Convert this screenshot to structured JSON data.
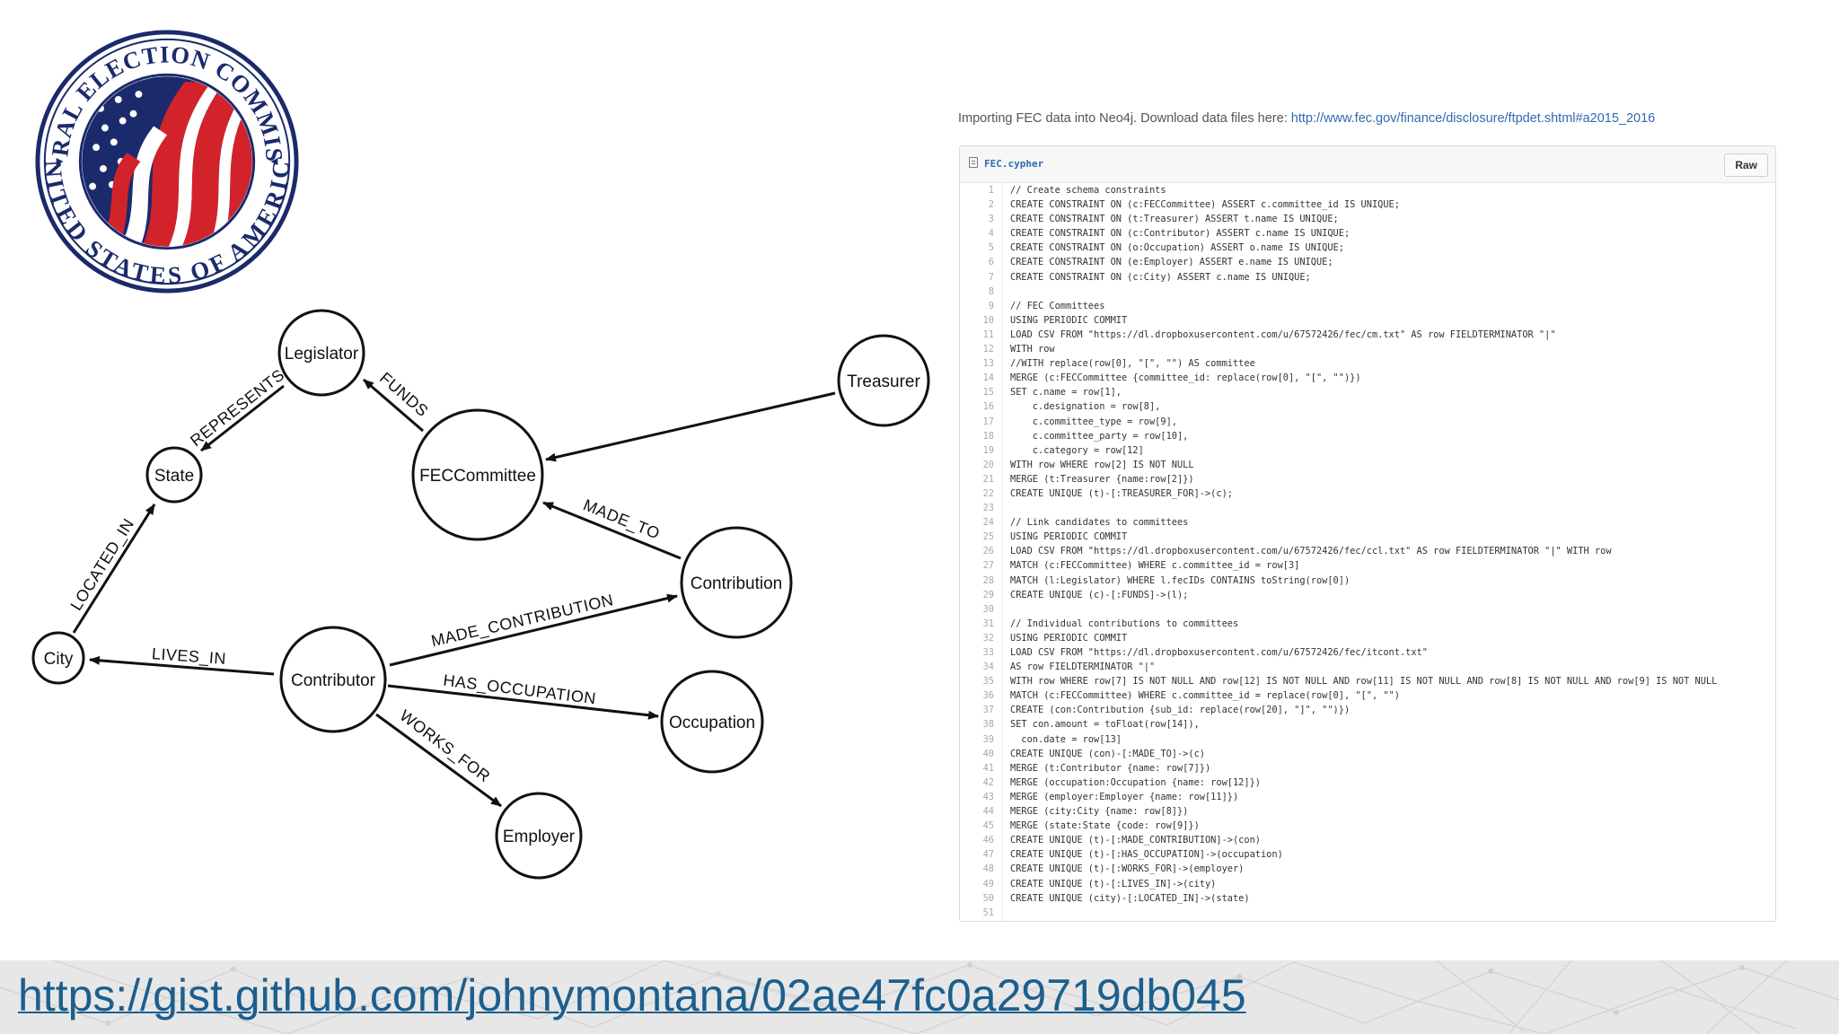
{
  "seal": {
    "top_text": "FEDERAL ELECTION COMMISSION",
    "bottom_text": "UNITED STATES OF AMERICA"
  },
  "diagram": {
    "nodes": {
      "legislator": "Legislator",
      "state": "State",
      "treasurer": "Treasurer",
      "fec_committee": "FECCommittee",
      "contribution": "Contribution",
      "city": "City",
      "contributor": "Contributor",
      "occupation": "Occupation",
      "employer": "Employer"
    },
    "edges": {
      "represents": "REPRESENTS",
      "funds": "FUNDS",
      "located_in": "LOCATED_IN",
      "made_to": "MADE_TO",
      "lives_in": "LIVES_IN",
      "made_contribution": "MADE_CONTRIBUTION",
      "has_occupation": "HAS_OCCUPATION",
      "works_for": "WORKS_FOR"
    }
  },
  "intro": {
    "text": "Importing FEC data into Neo4j. Download data files here: ",
    "link": "http://www.fec.gov/finance/disclosure/ftpdet.shtml#a2015_2016"
  },
  "gist": {
    "file_name": "FEC.cypher",
    "raw_label": "Raw",
    "lines": [
      "// Create schema constraints",
      "CREATE CONSTRAINT ON (c:FECCommittee) ASSERT c.committee_id IS UNIQUE;",
      "CREATE CONSTRAINT ON (t:Treasurer) ASSERT t.name IS UNIQUE;",
      "CREATE CONSTRAINT ON (c:Contributor) ASSERT c.name IS UNIQUE;",
      "CREATE CONSTRAINT ON (o:Occupation) ASSERT o.name IS UNIQUE;",
      "CREATE CONSTRAINT ON (e:Employer) ASSERT e.name IS UNIQUE;",
      "CREATE CONSTRAINT ON (c:City) ASSERT c.name IS UNIQUE;",
      "",
      "// FEC Committees",
      "USING PERIODIC COMMIT",
      "LOAD CSV FROM \"https://dl.dropboxusercontent.com/u/67572426/fec/cm.txt\" AS row FIELDTERMINATOR \"|\"",
      "WITH row",
      "//WITH replace(row[0], \"[\", \"\") AS committee",
      "MERGE (c:FECCommittee {committee_id: replace(row[0], \"[\", \"\")})",
      "SET c.name = row[1],",
      "    c.designation = row[8],",
      "    c.committee_type = row[9],",
      "    c.committee_party = row[10],",
      "    c.category = row[12]",
      "WITH row WHERE row[2] IS NOT NULL",
      "MERGE (t:Treasurer {name:row[2]})",
      "CREATE UNIQUE (t)-[:TREASURER_FOR]->(c);",
      "",
      "// Link candidates to committees",
      "USING PERIODIC COMMIT",
      "LOAD CSV FROM \"https://dl.dropboxusercontent.com/u/67572426/fec/ccl.txt\" AS row FIELDTERMINATOR \"|\" WITH row",
      "MATCH (c:FECCommittee) WHERE c.committee_id = row[3]",
      "MATCH (l:Legislator) WHERE l.fecIDs CONTAINS toString(row[0])",
      "CREATE UNIQUE (c)-[:FUNDS]->(l);",
      "",
      "// Individual contributions to committees",
      "USING PERIODIC COMMIT",
      "LOAD CSV FROM \"https://dl.dropboxusercontent.com/u/67572426/fec/itcont.txt\"",
      "AS row FIELDTERMINATOR \"|\"",
      "WITH row WHERE row[7] IS NOT NULL AND row[12] IS NOT NULL AND row[11] IS NOT NULL AND row[8] IS NOT NULL AND row[9] IS NOT NULL",
      "MATCH (c:FECCommittee) WHERE c.committee_id = replace(row[0], \"[\", \"\")",
      "CREATE (con:Contribution {sub_id: replace(row[20], \"]\", \"\")})",
      "SET con.amount = toFloat(row[14]),",
      "  con.date = row[13]",
      "CREATE UNIQUE (con)-[:MADE_TO]->(c)",
      "MERGE (t:Contributor {name: row[7]})",
      "MERGE (occupation:Occupation {name: row[12]})",
      "MERGE (employer:Employer {name: row[11]})",
      "MERGE (city:City {name: row[8]})",
      "MERGE (state:State {code: row[9]})",
      "CREATE UNIQUE (t)-[:MADE_CONTRIBUTION]->(con)",
      "CREATE UNIQUE (t)-[:HAS_OCCUPATION]->(occupation)",
      "CREATE UNIQUE (t)-[:WORKS_FOR]->(employer)",
      "CREATE UNIQUE (t)-[:LIVES_IN]->(city)",
      "CREATE UNIQUE (city)-[:LOCATED_IN]->(state)",
      ""
    ]
  },
  "footer": {
    "url": "https://gist.github.com/johnymontana/02ae47fc0a29719db045"
  }
}
